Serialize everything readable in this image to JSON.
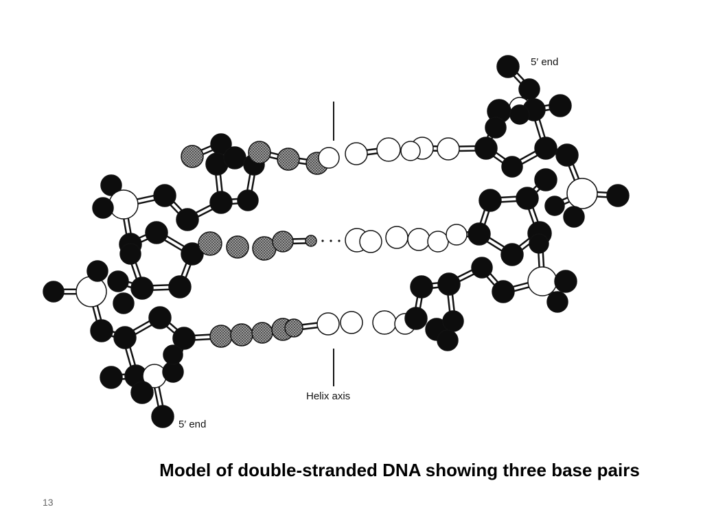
{
  "figure": {
    "label_5_end_top": "5′ end",
    "label_5_end_bottom": "5′ end",
    "label_helix_axis": "Helix axis"
  },
  "caption": "Model of double-stranded DNA showing three base pairs",
  "slide_number": "13",
  "colors": {
    "dark_atom": "#0d0d0d",
    "light_atom": "#ffffff",
    "stippled_atom": "#6a6a6a",
    "bond": "#111111"
  }
}
